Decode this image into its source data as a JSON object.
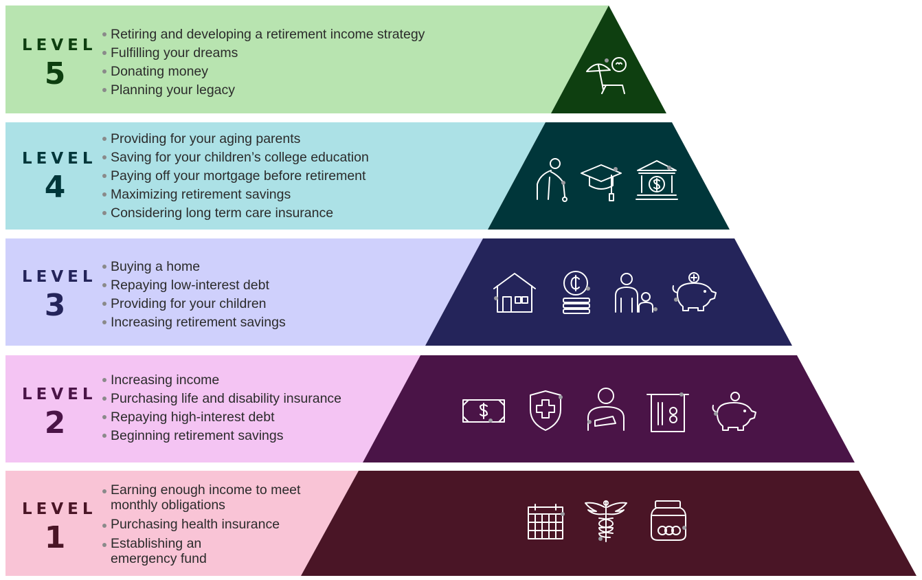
{
  "colors": {
    "l5": {
      "band": "#b8e4b0",
      "tri": "#0e3f10",
      "text": "#0e3f10"
    },
    "l4": {
      "band": "#ace1e6",
      "tri": "#00363a",
      "text": "#00363a"
    },
    "l3": {
      "band": "#cfd0fc",
      "tri": "#24245a",
      "text": "#24245a"
    },
    "l2": {
      "band": "#f4c4f3",
      "tri": "#4a1447",
      "text": "#4a1447"
    },
    "l1": {
      "band": "#f9c4d6",
      "tri": "#4a1526",
      "text": "#4a1526"
    },
    "icon_stroke": "#ffffff",
    "icon_dot": "#9a9aa0"
  },
  "levels": [
    {
      "word": "LEVEL",
      "number": "5",
      "items": [
        "Retiring and developing a retirement income strategy",
        "Fulfilling your dreams",
        "Donating money",
        "Planning your legacy"
      ],
      "icons": [
        "beach-umbrella-lounger-icon"
      ]
    },
    {
      "word": "LEVEL",
      "number": "4",
      "items": [
        "Providing for your aging parents",
        "Saving for your children’s college education",
        "Paying off your mortgage before retirement",
        "Maximizing retirement savings",
        "Considering long term care insurance"
      ],
      "icons": [
        "elderly-person-cane-icon",
        "graduation-cap-icon",
        "bank-dollar-icon"
      ]
    },
    {
      "word": "LEVEL",
      "number": "3",
      "items": [
        "Buying a home",
        "Repaying low-interest debt",
        "Providing for your children",
        "Increasing retirement savings"
      ],
      "icons": [
        "house-icon",
        "coin-stack-icon",
        "parent-child-icon",
        "piggy-bank-icon"
      ]
    },
    {
      "word": "LEVEL",
      "number": "2",
      "items": [
        "Increasing income",
        "Purchasing life and disability insurance",
        "Repaying high-interest debt",
        "Beginning retirement savings"
      ],
      "icons": [
        "dollar-bill-icon",
        "medical-shield-icon",
        "injured-person-icon",
        "atm-card-icon",
        "piggy-bank-icon"
      ]
    },
    {
      "word": "LEVEL",
      "number": "1",
      "items": [
        "Earning enough income to meet monthly obligations",
        "Purchasing health insurance",
        "Establishing an emergency fund"
      ],
      "icons": [
        "calendar-icon",
        "caduceus-icon",
        "coin-jar-icon"
      ]
    }
  ]
}
